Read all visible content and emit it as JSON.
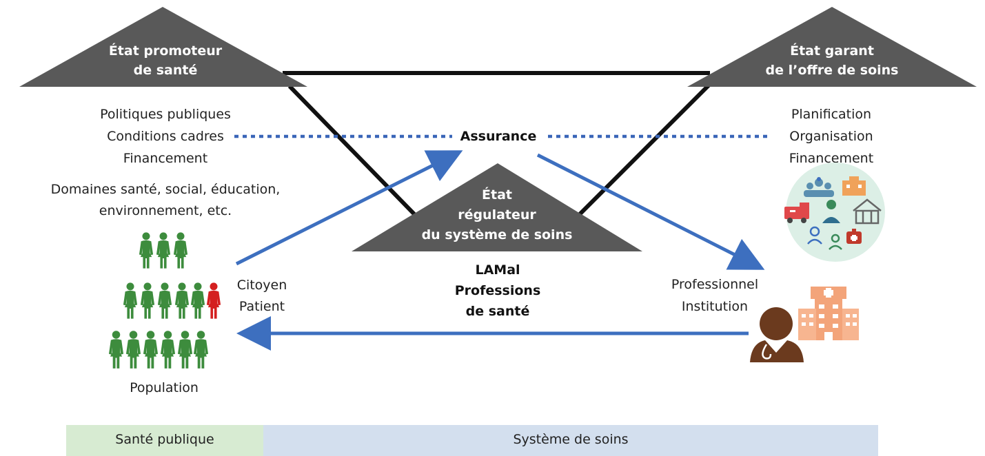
{
  "nodes": {
    "top_left": {
      "lines": [
        "État promoteur",
        "de santé"
      ]
    },
    "top_right": {
      "lines": [
        "État garant",
        "de l’offre de soins"
      ]
    },
    "center": {
      "lines": [
        "État",
        "régulateur",
        "du système de soins"
      ]
    }
  },
  "left_text": {
    "policies": [
      "Politiques publiques",
      "Conditions cadres",
      "Financement"
    ],
    "domains": [
      "Domaines santé, social, éducation,",
      "environnement, etc."
    ],
    "citizen": [
      "Citoyen",
      "Patient"
    ],
    "population": "Population"
  },
  "center_text": {
    "insurance": "Assurance",
    "lamal": [
      "LAMal",
      "Professions",
      "de santé"
    ]
  },
  "right_text": {
    "planning": [
      "Planification",
      "Organisation",
      "Financement"
    ],
    "professional": [
      "Professionnel",
      "Institution"
    ]
  },
  "bottom_band": {
    "public_health": "Santé publique",
    "care_system": "Système de soins"
  },
  "colors": {
    "triangle": "#595959",
    "line": "#111111",
    "arrow": "#3d6fbf",
    "dotted": "#3a66b8",
    "person_green": "#3d8c3d",
    "person_red": "#d42020",
    "band_green": "#d7ebd2",
    "band_blue": "#d3dfee"
  }
}
